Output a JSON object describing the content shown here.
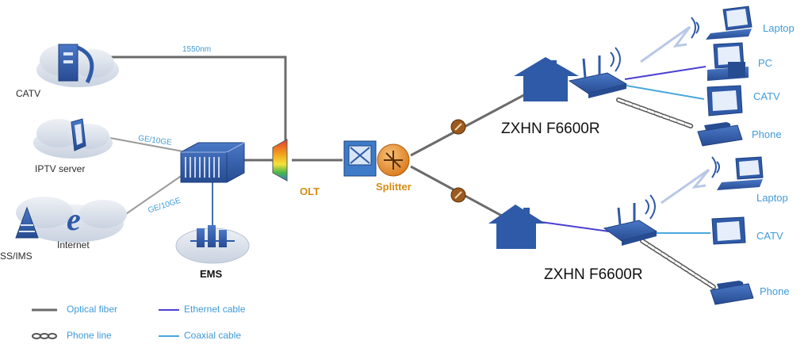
{
  "sources": {
    "catv": "CATV",
    "iptv": "IPTV server",
    "internet": "Internet",
    "ims": "SS/IMS"
  },
  "links": {
    "wavelength": "1550nm",
    "ge_top": "GE/10GE",
    "ge_bottom": "GE/10GE"
  },
  "central": {
    "ems": "EMS",
    "olt": "OLT",
    "splitter": "Splitter"
  },
  "onts": {
    "upper_model": "ZXHN F6600R",
    "lower_model": "ZXHN F6600R"
  },
  "upper_devices": [
    "Laptop",
    "PC",
    "CATV",
    "Phone"
  ],
  "lower_devices": [
    "Laptop",
    "CATV",
    "Phone"
  ],
  "legend": {
    "optical": "Optical fiber",
    "ethernet": "Ethernet cable",
    "phone": "Phone line",
    "coaxial": "Coaxial cable"
  },
  "colors": {
    "device_blue": "#2f5aa8",
    "fiber_gray": "#6b6b6b",
    "ethernet_purple": "#4b3fd0",
    "coax_blue": "#4aa8dc",
    "text_blue": "#3f9bd9",
    "splitter_orange": "#e3902b"
  }
}
